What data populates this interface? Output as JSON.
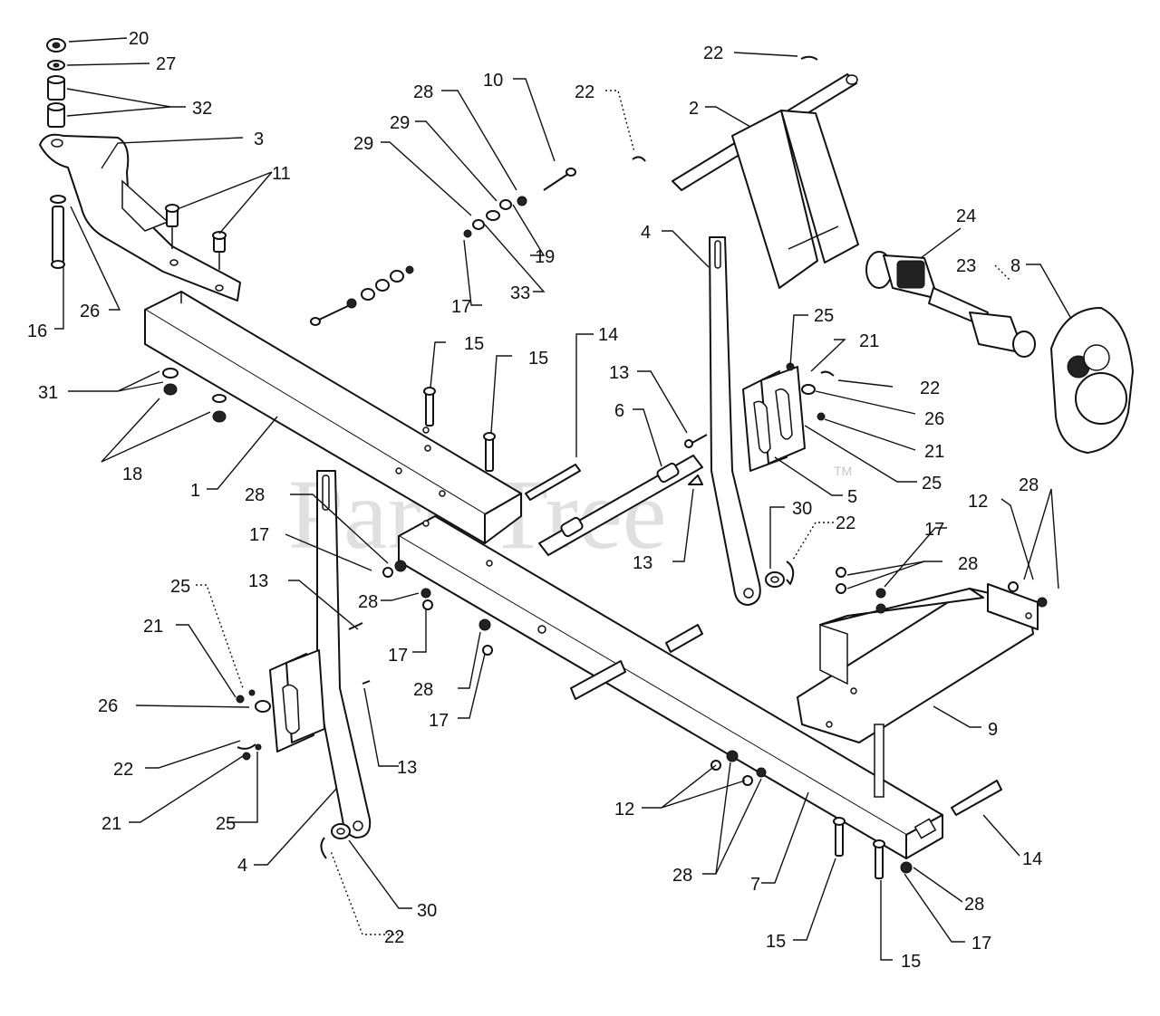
{
  "watermark": {
    "text": "PartsTree",
    "trademark": "TM"
  },
  "callouts": {
    "c20": "20",
    "c27": "27",
    "c32": "32",
    "c3": "3",
    "c11": "11",
    "c16": "16",
    "c26a": "26",
    "c31": "31",
    "c18": "18",
    "c1": "1",
    "c28a": "28",
    "c29a": "29",
    "c29b": "29",
    "c10": "10",
    "c19": "19",
    "c17a": "17",
    "c33": "33",
    "c22a": "22",
    "c22b": "22",
    "c2": "2",
    "c24": "24",
    "c23": "23",
    "c8": "8",
    "c4a": "4",
    "c25a": "25",
    "c21a": "21",
    "c22c": "22",
    "c26b": "26",
    "c21b": "21",
    "c25b": "25",
    "c5": "5",
    "c13a": "13",
    "c6": "6",
    "c13b": "13",
    "c14a": "14",
    "c15a": "15",
    "c15b": "15",
    "c30a": "30",
    "c22d": "22",
    "c28b": "28",
    "c17b": "17",
    "c28c": "28",
    "c17c": "17",
    "c28d": "28",
    "c17d": "17",
    "c25c": "25",
    "c21c": "21",
    "c13c": "13",
    "c26c": "26",
    "c22e": "22",
    "c21d": "21",
    "c25d": "25",
    "c13d": "13",
    "c4b": "4",
    "c30b": "30",
    "c22f": "22",
    "c12a": "12",
    "c28e": "28",
    "c17e": "17",
    "c28f": "28",
    "c9": "9",
    "c12b": "12",
    "c28g": "28",
    "c7": "7",
    "c14b": "14",
    "c15c": "15",
    "c15d": "15",
    "c28h": "28",
    "c17f": "17"
  }
}
